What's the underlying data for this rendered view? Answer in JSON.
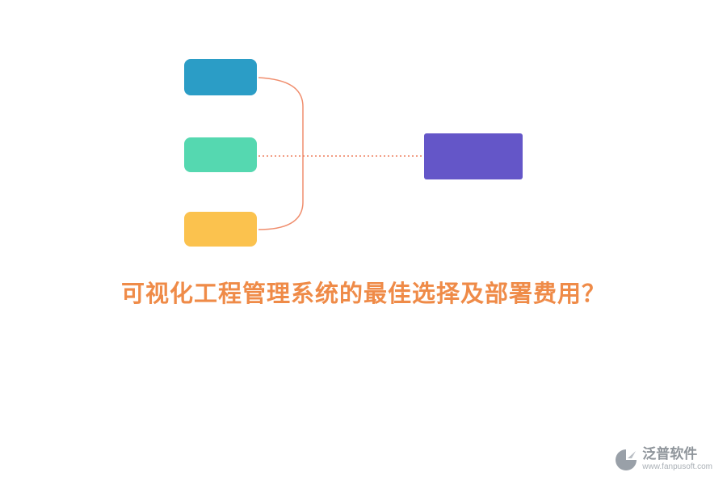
{
  "diagram": {
    "nodes": {
      "top": {
        "color": "#2b9dc6"
      },
      "middle": {
        "color": "#55d8b0"
      },
      "bottom": {
        "color": "#fbc24e"
      },
      "right": {
        "color": "#6456c8"
      }
    },
    "connectors": {
      "bracket_color": "#f08e6e",
      "dotted_color": "#ee7f5d"
    }
  },
  "title": {
    "text": "可视化工程管理系统的最佳选择及部署费用？",
    "color": "#ef8b48"
  },
  "footer": {
    "brand": "泛普软件",
    "website": "www.fanpusoft.com"
  }
}
